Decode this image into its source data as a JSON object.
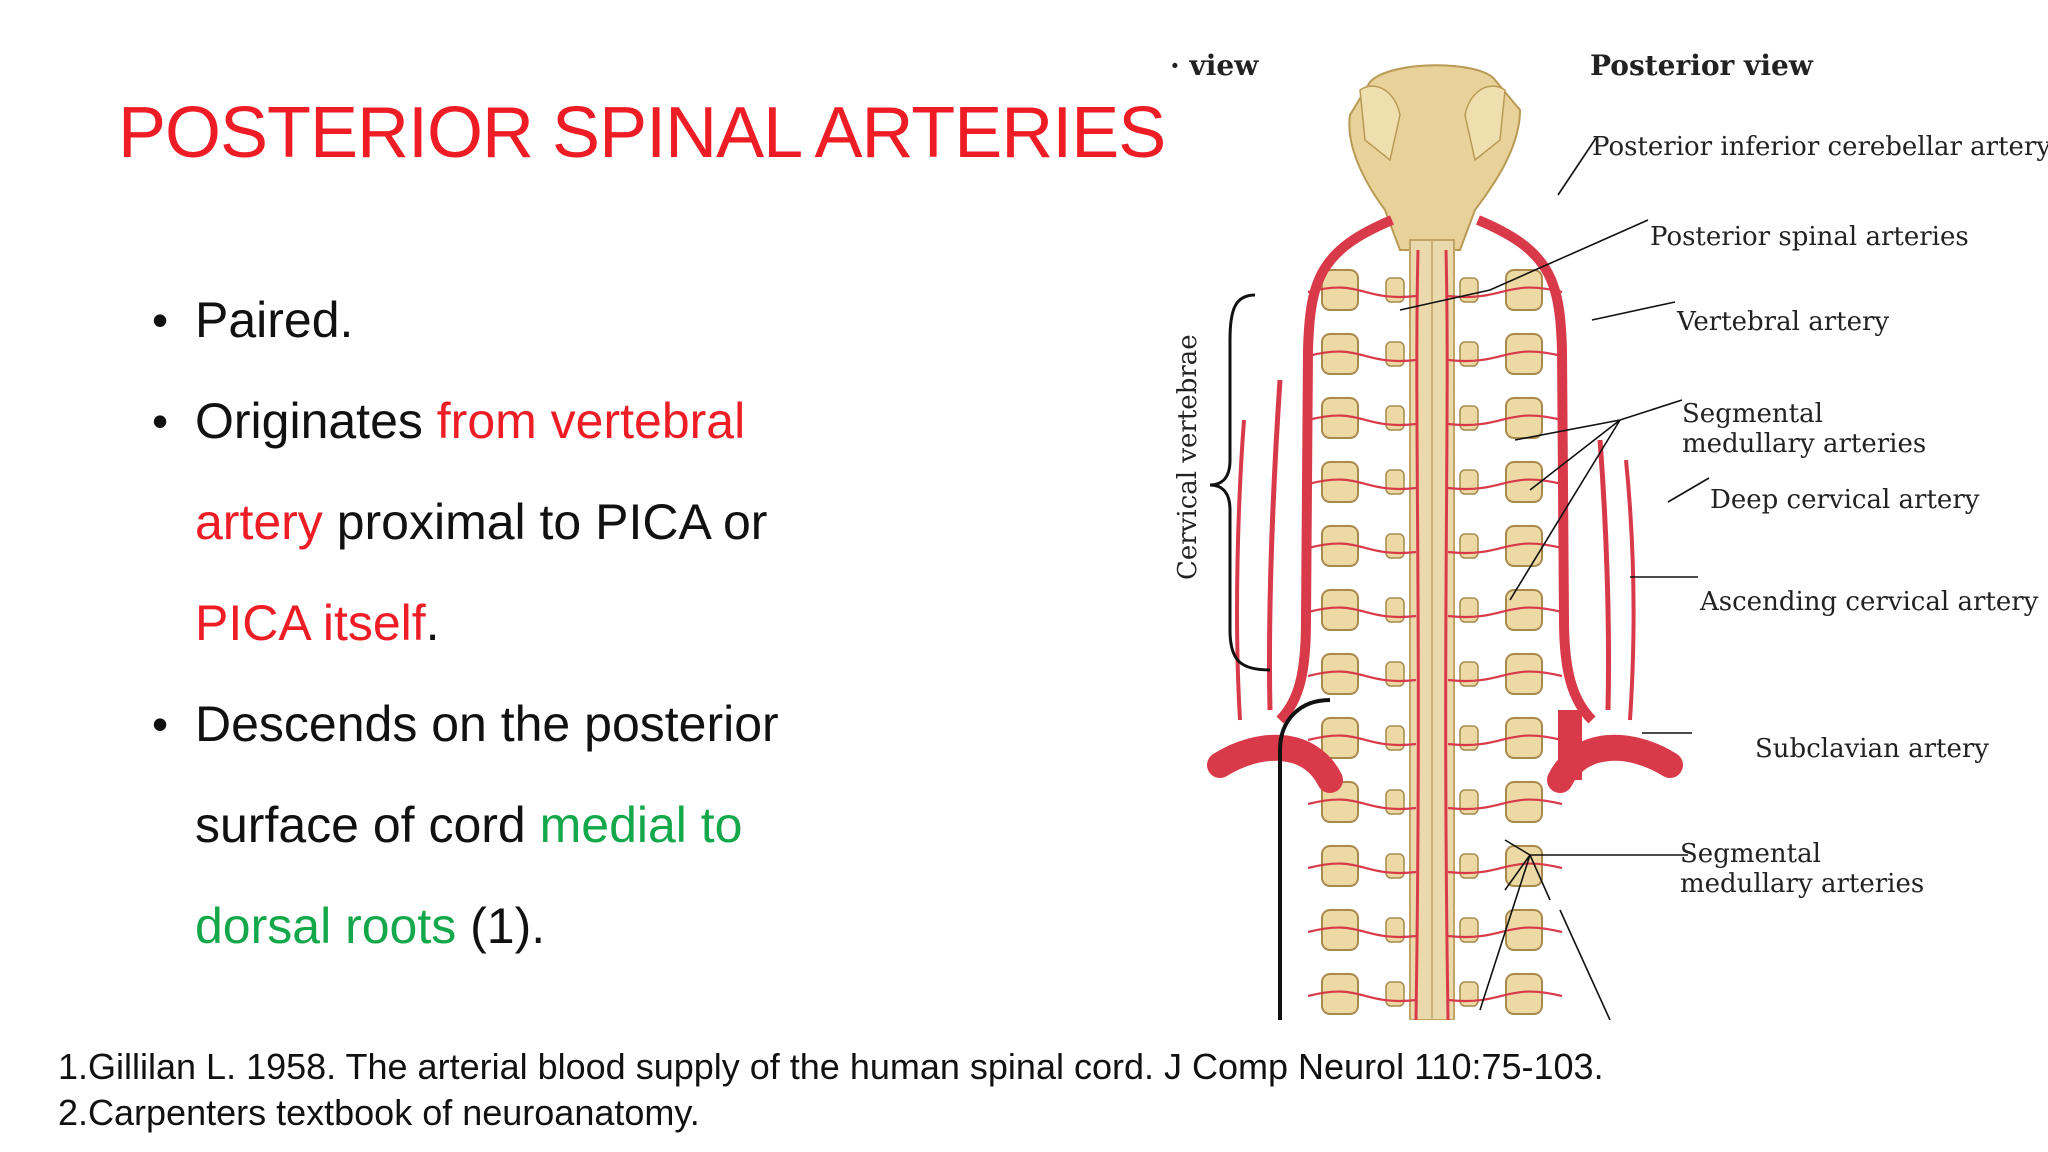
{
  "slide": {
    "title": "POSTERIOR SPINAL ARTERIES",
    "bullets": [
      {
        "parts": [
          {
            "text": " Paired.",
            "color": "default"
          }
        ]
      },
      {
        "parts": [
          {
            "text": "Originates ",
            "color": "default"
          },
          {
            "text": "from vertebral artery",
            "color": "red"
          },
          {
            "text": " proximal to PICA or ",
            "color": "default"
          },
          {
            "text": "PICA itself",
            "color": "red"
          },
          {
            "text": ".",
            "color": "default"
          }
        ]
      },
      {
        "parts": [
          {
            "text": "Descends on the posterior surface of cord ",
            "color": "default"
          },
          {
            "text": "medial to dorsal roots",
            "color": "green"
          },
          {
            "text": " (1).",
            "color": "default"
          }
        ]
      }
    ],
    "references": [
      "1.Gillilan L. 1958. The arterial blood supply of the human spinal cord. J Comp Neurol 110:75-103.",
      "2.Carpenters textbook of neuroanatomy."
    ]
  },
  "figure": {
    "view_left": "· view",
    "view_right": "Posterior view",
    "side_label": "Cervical vertebrae",
    "labels": {
      "pica": "Posterior inferior cerebellar artery",
      "posterior_spinal": "Posterior spinal arteries",
      "vertebral": "Vertebral artery",
      "segmental_1a": "Segmental",
      "segmental_1b": "medullary arteries",
      "deep_cervical": "Deep cervical artery",
      "ascending_cervical": "Ascending cervical artery",
      "subclavian": "Subclavian artery",
      "segmental_2a": "Segmental",
      "segmental_2b": "medullary arteries"
    }
  },
  "colors": {
    "title": "#ee1c25",
    "red": "#ee1c25",
    "green": "#14a84a",
    "artery": "#d93a4a",
    "bone": "#ecd9a4"
  }
}
